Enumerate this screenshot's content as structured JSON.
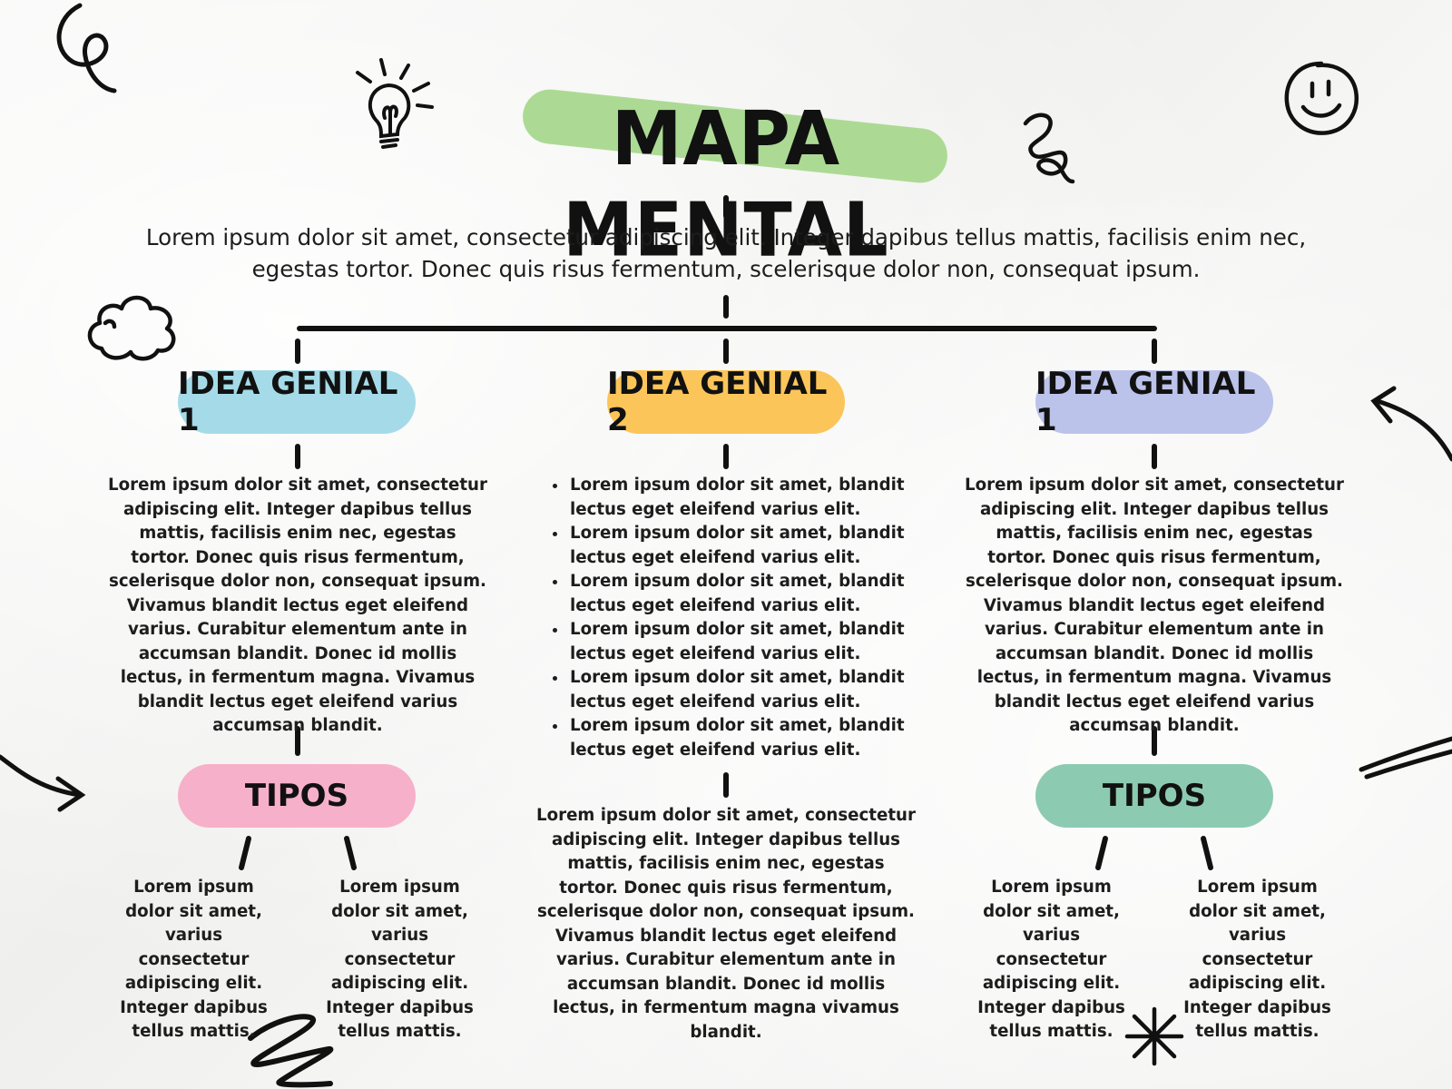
{
  "title": "MAPA MENTAL",
  "intro": "Lorem ipsum dolor sit amet, consectetur adipiscing elit. Integer dapibus tellus mattis, facilisis enim nec, egestas tortor. Donec quis risus fermentum, scelerisque dolor non, consequat ipsum.",
  "colors": {
    "title_highlight": "#a8d88e",
    "idea1_left": "#a5dbe8",
    "idea2": "#fcc55a",
    "idea1_right": "#bcc3ea",
    "tipos_left": "#f7b0c9",
    "tipos_right": "#8ccbb1"
  },
  "columns": {
    "left": {
      "heading": "IDEA GENIAL 1",
      "text": "Lorem ipsum dolor sit amet, consectetur adipiscing elit. Integer dapibus tellus mattis, facilisis enim nec, egestas tortor. Donec quis risus fermentum, scelerisque dolor non, consequat ipsum. Vivamus blandit lectus eget eleifend varius. Curabitur elementum ante in accumsan blandit. Donec id mollis lectus, in fermentum magna. Vivamus blandit lectus eget eleifend varius accumsan blandit.",
      "tipos": {
        "heading": "TIPOS",
        "items": [
          "Lorem ipsum dolor sit amet, varius consectetur adipiscing elit. Integer dapibus tellus mattis.",
          "Lorem ipsum dolor sit amet, varius consectetur adipiscing elit. Integer dapibus tellus mattis."
        ]
      }
    },
    "center": {
      "heading": "IDEA GENIAL 2",
      "bullets": [
        "Lorem ipsum dolor sit amet, blandit lectus eget eleifend varius elit.",
        "Lorem ipsum dolor sit amet, blandit lectus eget eleifend varius elit.",
        "Lorem ipsum dolor sit amet, blandit lectus eget eleifend varius elit.",
        "Lorem ipsum dolor sit amet, blandit lectus eget eleifend varius elit.",
        "Lorem ipsum dolor sit amet, blandit lectus eget eleifend varius elit.",
        "Lorem ipsum dolor sit amet, blandit lectus eget eleifend varius elit."
      ],
      "text": "Lorem ipsum dolor sit amet, consectetur adipiscing elit. Integer dapibus tellus mattis, facilisis enim nec, egestas tortor. Donec quis risus fermentum, scelerisque dolor non, consequat ipsum. Vivamus blandit lectus eget eleifend varius. Curabitur elementum ante in accumsan blandit. Donec id mollis lectus, in fermentum magna vivamus blandit."
    },
    "right": {
      "heading": "IDEA GENIAL 1",
      "text": "Lorem ipsum dolor sit amet, consectetur adipiscing elit. Integer dapibus tellus mattis, facilisis enim nec, egestas tortor. Donec quis risus fermentum, scelerisque dolor non, consequat ipsum. Vivamus blandit lectus eget eleifend varius. Curabitur elementum ante in accumsan blandit. Donec id mollis lectus, in fermentum magna. Vivamus blandit lectus eget eleifend varius accumsan blandit.",
      "tipos": {
        "heading": "TIPOS",
        "items": [
          "Lorem ipsum dolor sit amet, varius consectetur adipiscing elit. Integer dapibus tellus mattis.",
          "Lorem ipsum dolor sit amet, varius consectetur adipiscing elit. Integer dapibus tellus mattis."
        ]
      }
    }
  },
  "decorations": [
    "swirl-icon",
    "lightbulb-icon",
    "squiggle-icon",
    "smiley-icon",
    "cloud-icon",
    "arrow-icon",
    "arrow-icon",
    "zigzag-scribble-icon",
    "asterisk-icon",
    "double-stroke-icon"
  ]
}
